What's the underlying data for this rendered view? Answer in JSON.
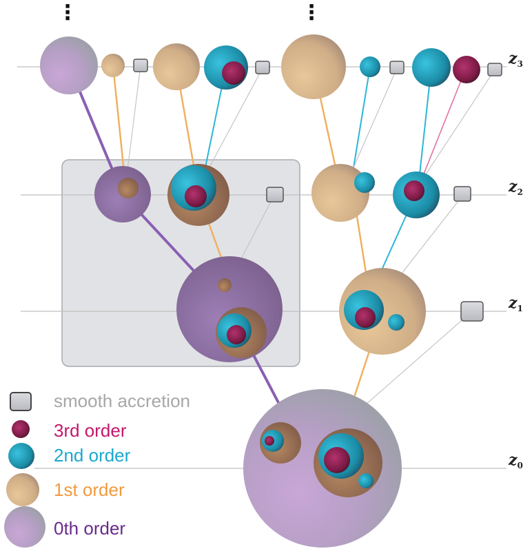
{
  "colors": {
    "order0": "#b8a2c8",
    "order1": "#d6b48a",
    "order2": "#2aa9c9",
    "order3": "#8e1e52",
    "smooth": "#c4c6cc",
    "line0": "#8a5fb3",
    "line1": "#f0b060",
    "line2": "#2ab6d6",
    "line3": "#e36aa0",
    "lineSmooth": "#c0c0c0",
    "panel": "#dddee2"
  },
  "levels": [
    {
      "label": "z",
      "sub": "3"
    },
    {
      "label": "z",
      "sub": "2"
    },
    {
      "label": "z",
      "sub": "1"
    },
    {
      "label": "z",
      "sub": "0"
    }
  ],
  "ellipsis": [
    "⋮",
    "⋮"
  ],
  "legend": [
    {
      "label": "smooth accretion",
      "kind": "smooth",
      "color": "#a7a7a7"
    },
    {
      "label": "3rd order",
      "kind": "order3",
      "color": "#c2186b"
    },
    {
      "label": "2nd order",
      "kind": "order2",
      "color": "#1aa7cf"
    },
    {
      "label": "1st order",
      "kind": "order1",
      "color": "#f19a3e"
    },
    {
      "label": "0th order",
      "kind": "order0",
      "color": "#6a2a8c"
    }
  ]
}
